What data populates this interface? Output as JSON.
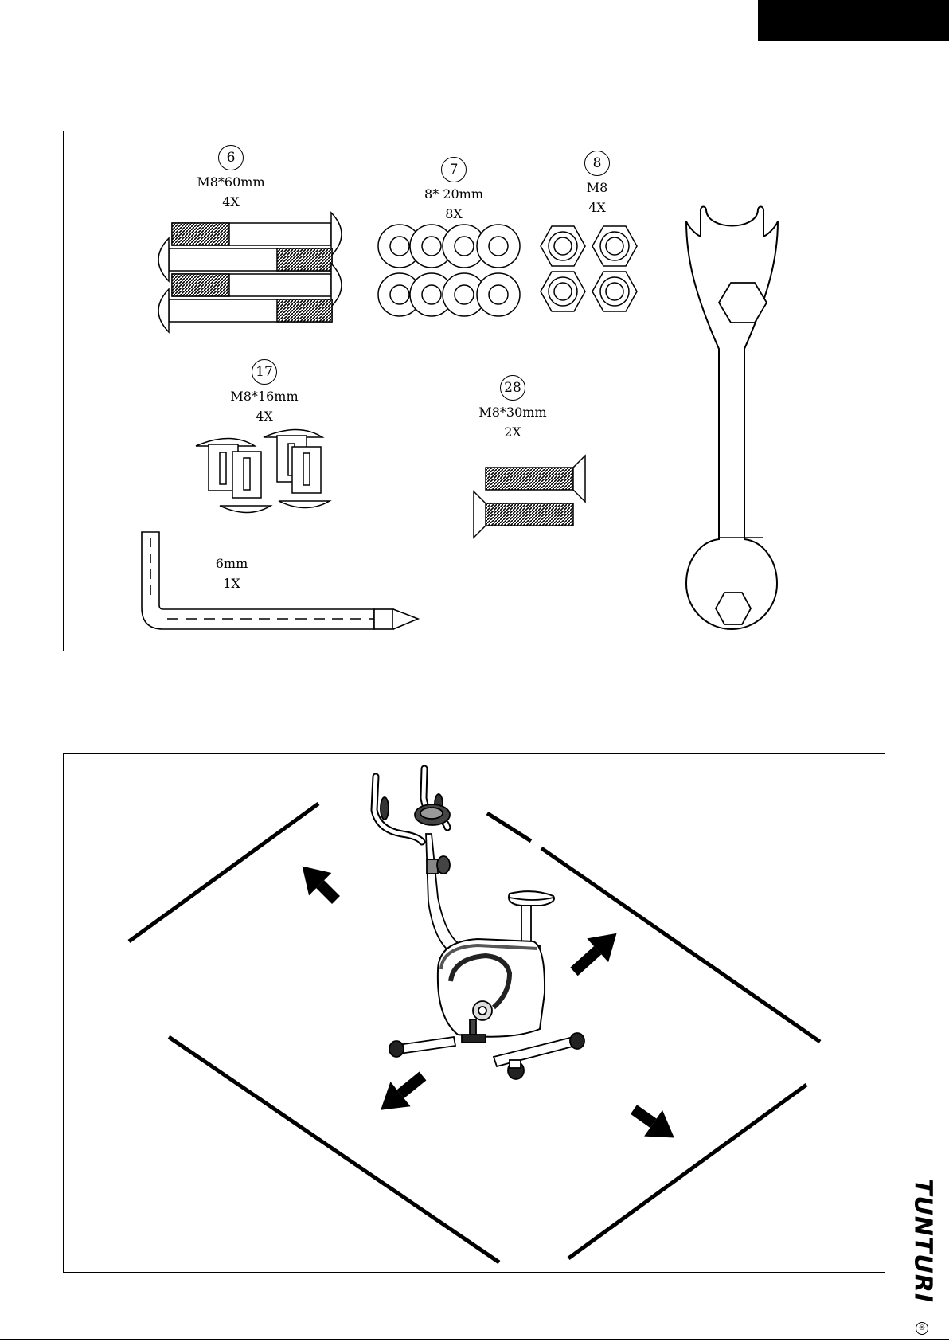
{
  "parts": [
    {
      "number": "6",
      "size": "M8*60mm",
      "qty": "4X"
    },
    {
      "number": "7",
      "size": "8*  20mm",
      "qty": "8X"
    },
    {
      "number": "8",
      "size": "M8",
      "qty": "4X"
    },
    {
      "number": "17",
      "size": "M8*16mm",
      "qty": "4X"
    },
    {
      "number": "28",
      "size": "M8*30mm",
      "qty": "2X"
    }
  ],
  "tool": {
    "size": "6mm",
    "qty": "1X"
  },
  "brand": {
    "name": "TUNTURI",
    "mark": "®"
  }
}
